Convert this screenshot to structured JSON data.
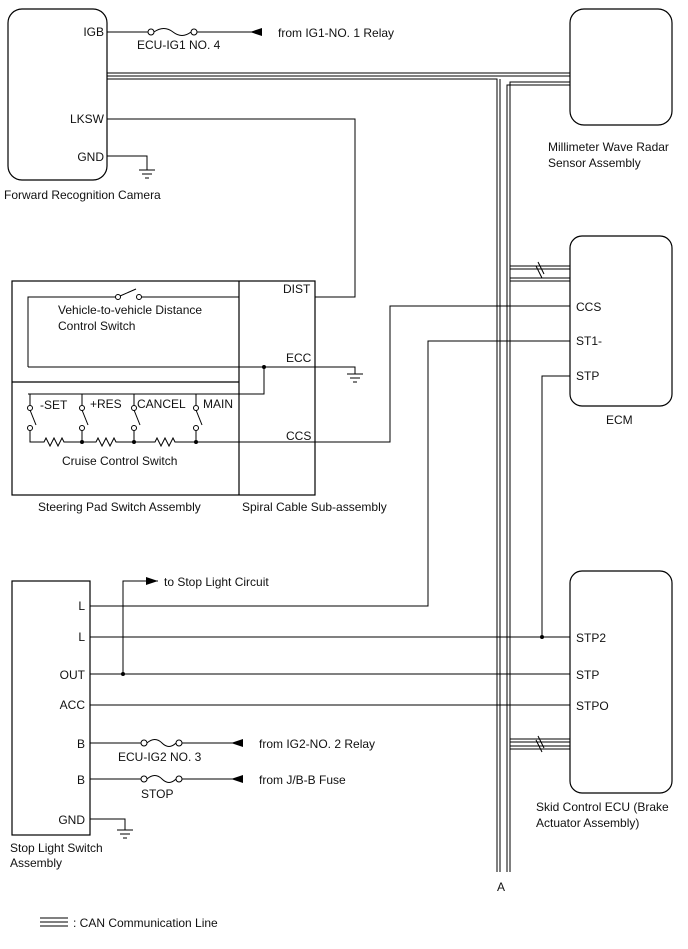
{
  "camera": {
    "name": "Forward Recognition Camera",
    "pins": {
      "igb": "IGB",
      "lksw": "LKSW",
      "gnd": "GND"
    },
    "fuse": "ECU-IG1 NO. 4",
    "supply": "from IG1-NO. 1 Relay"
  },
  "radar": {
    "name_line1": "Millimeter Wave Radar",
    "name_line2": "Sensor Assembly"
  },
  "ecm": {
    "name": "ECM",
    "pins": {
      "ccs": "CCS",
      "st1": "ST1-",
      "stp": "STP"
    }
  },
  "steering_pad": {
    "name": "Steering Pad Switch Assembly",
    "distance_switch_line1": "Vehicle-to-vehicle Distance",
    "distance_switch_line2": "Control Switch",
    "cruise_switch": "Cruise Control Switch",
    "switches": [
      "-SET",
      "+RES",
      "CANCEL",
      "MAIN"
    ]
  },
  "spiral_cable": {
    "name": "Spiral Cable Sub-assembly",
    "pins": {
      "dist": "DIST",
      "ecc": "ECC",
      "ccs": "CCS"
    }
  },
  "stop_light_switch": {
    "name_line1": "Stop Light Switch",
    "name_line2": "Assembly",
    "pins": {
      "l1": "L",
      "l2": "L",
      "out": "OUT",
      "acc": "ACC",
      "b1": "B",
      "b2": "B",
      "gnd": "GND"
    },
    "to_circuit": "to Stop Light Circuit",
    "fuse_ig2": "ECU-IG2 NO. 3",
    "supply_ig2": "from IG2-NO. 2 Relay",
    "fuse_stop": "STOP",
    "supply_jb": "from J/B-B Fuse"
  },
  "skid_ecu": {
    "name_line1": "Skid Control ECU (Brake",
    "name_line2": "Actuator Assembly)",
    "pins": {
      "stp2": "STP2",
      "stp": "STP",
      "stpo": "STPO"
    }
  },
  "bus_label": "A",
  "legend": {
    "text": ": CAN Communication Line"
  }
}
